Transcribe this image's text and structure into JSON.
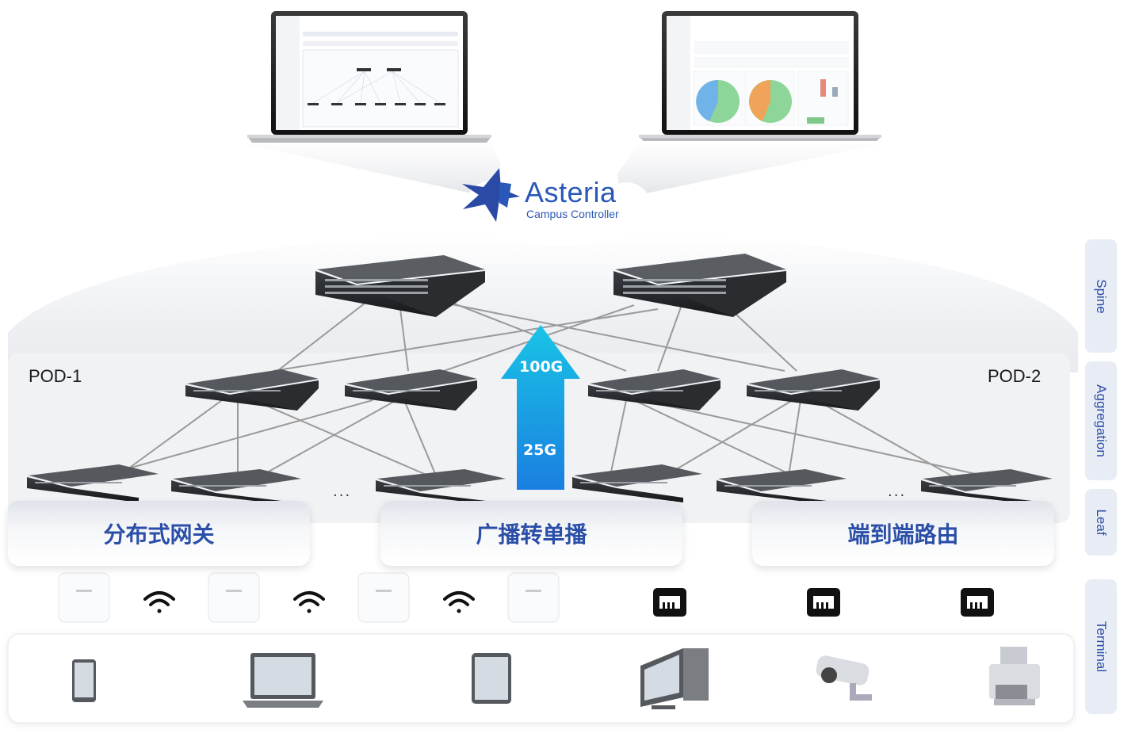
{
  "logo": {
    "name": "Asteria",
    "subtitle": "Campus Controller"
  },
  "pods": {
    "left": "POD-1",
    "right": "POD-2"
  },
  "bandwidth": {
    "top": "100G",
    "bottom": "25G"
  },
  "features": [
    "分布式网关",
    "广播转单播",
    "端到端路由"
  ],
  "layers": [
    "Spine",
    "Aggregation",
    "Leaf",
    "Terminal"
  ],
  "ellipsis": "...",
  "colors": {
    "brand": "#2a58b8",
    "arrow_top": "#19c4e6",
    "arrow_bottom": "#1a7fe0",
    "link": "#9a9a9a"
  },
  "terminal_devices": [
    "phone-icon",
    "laptop-icon",
    "tablet-icon",
    "desktop-pc-icon",
    "camera-icon",
    "printer-icon"
  ]
}
